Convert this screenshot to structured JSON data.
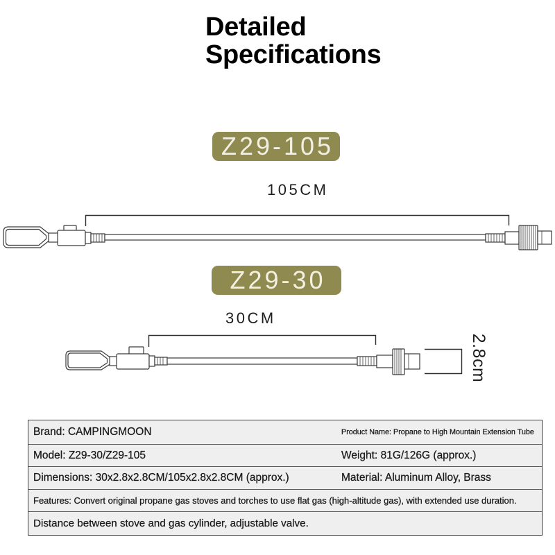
{
  "title": {
    "line1": "Detailed",
    "line2": "Specifications"
  },
  "colors": {
    "badge": "#8f8a50",
    "badge_text": "#f3f0e2",
    "drawing_line": "#3a3a3a",
    "table_background": "#efefef"
  },
  "models": [
    {
      "badge": "Z29-105",
      "length": "105CM"
    },
    {
      "badge": "Z29-30",
      "length": "30CM",
      "diameter": "2.8cm"
    }
  ],
  "specs": [
    {
      "left": "Brand: CAMPINGMOON",
      "right": "Product Name: Propane to High Mountain Extension Tube"
    },
    {
      "left": "Model: Z29-30/Z29-105",
      "right": "Weight: 81G/126G (approx.)"
    },
    {
      "left": "Dimensions: 30x2.8x2.8CM/105x2.8x2.8CM (approx.)",
      "right": "Material: Aluminum Alloy, Brass"
    },
    {
      "left": "Features: Convert original propane gas stoves and torches to use flat gas (high-altitude gas), with extended use duration."
    },
    {
      "left": "Distance between stove and gas cylinder, adjustable valve."
    }
  ]
}
